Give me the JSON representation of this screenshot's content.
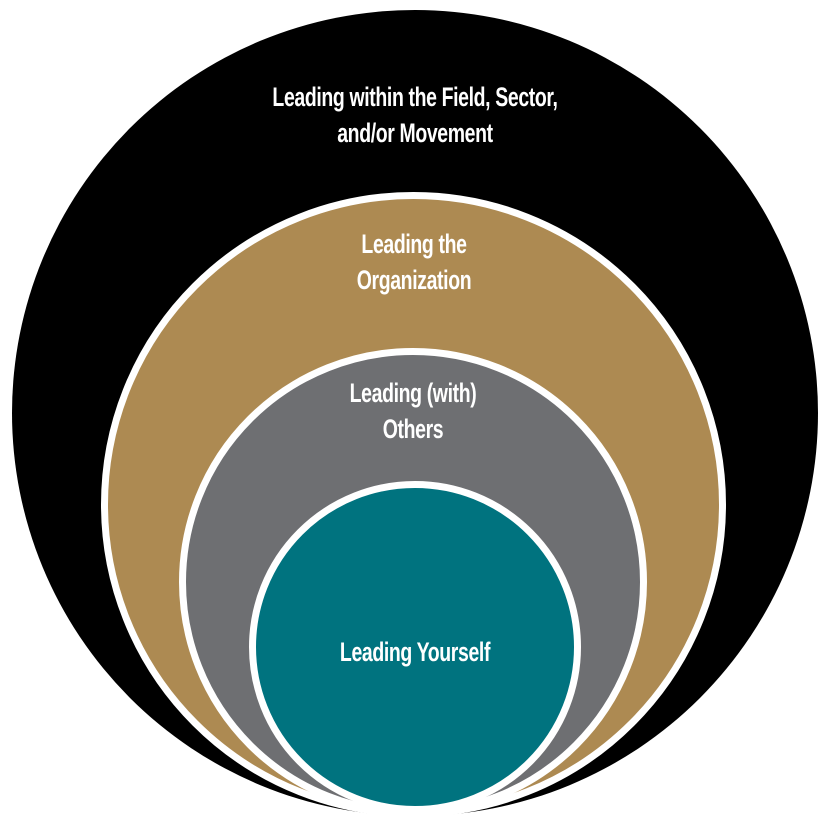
{
  "diagram": {
    "background_color": "#ffffff",
    "ring_separator_color": "#ffffff",
    "label_color": "#ffffff",
    "rings": [
      {
        "id": "field-sector-movement",
        "label": "Leading within the Field, Sector,\nand/or Movement",
        "color": "#000000"
      },
      {
        "id": "organization",
        "label": "Leading the\nOrganization",
        "color": "#ad8a52"
      },
      {
        "id": "others",
        "label": "Leading (with)\nOthers",
        "color": "#6e6f72"
      },
      {
        "id": "yourself",
        "label": "Leading Yourself",
        "color": "#00737f"
      }
    ]
  }
}
